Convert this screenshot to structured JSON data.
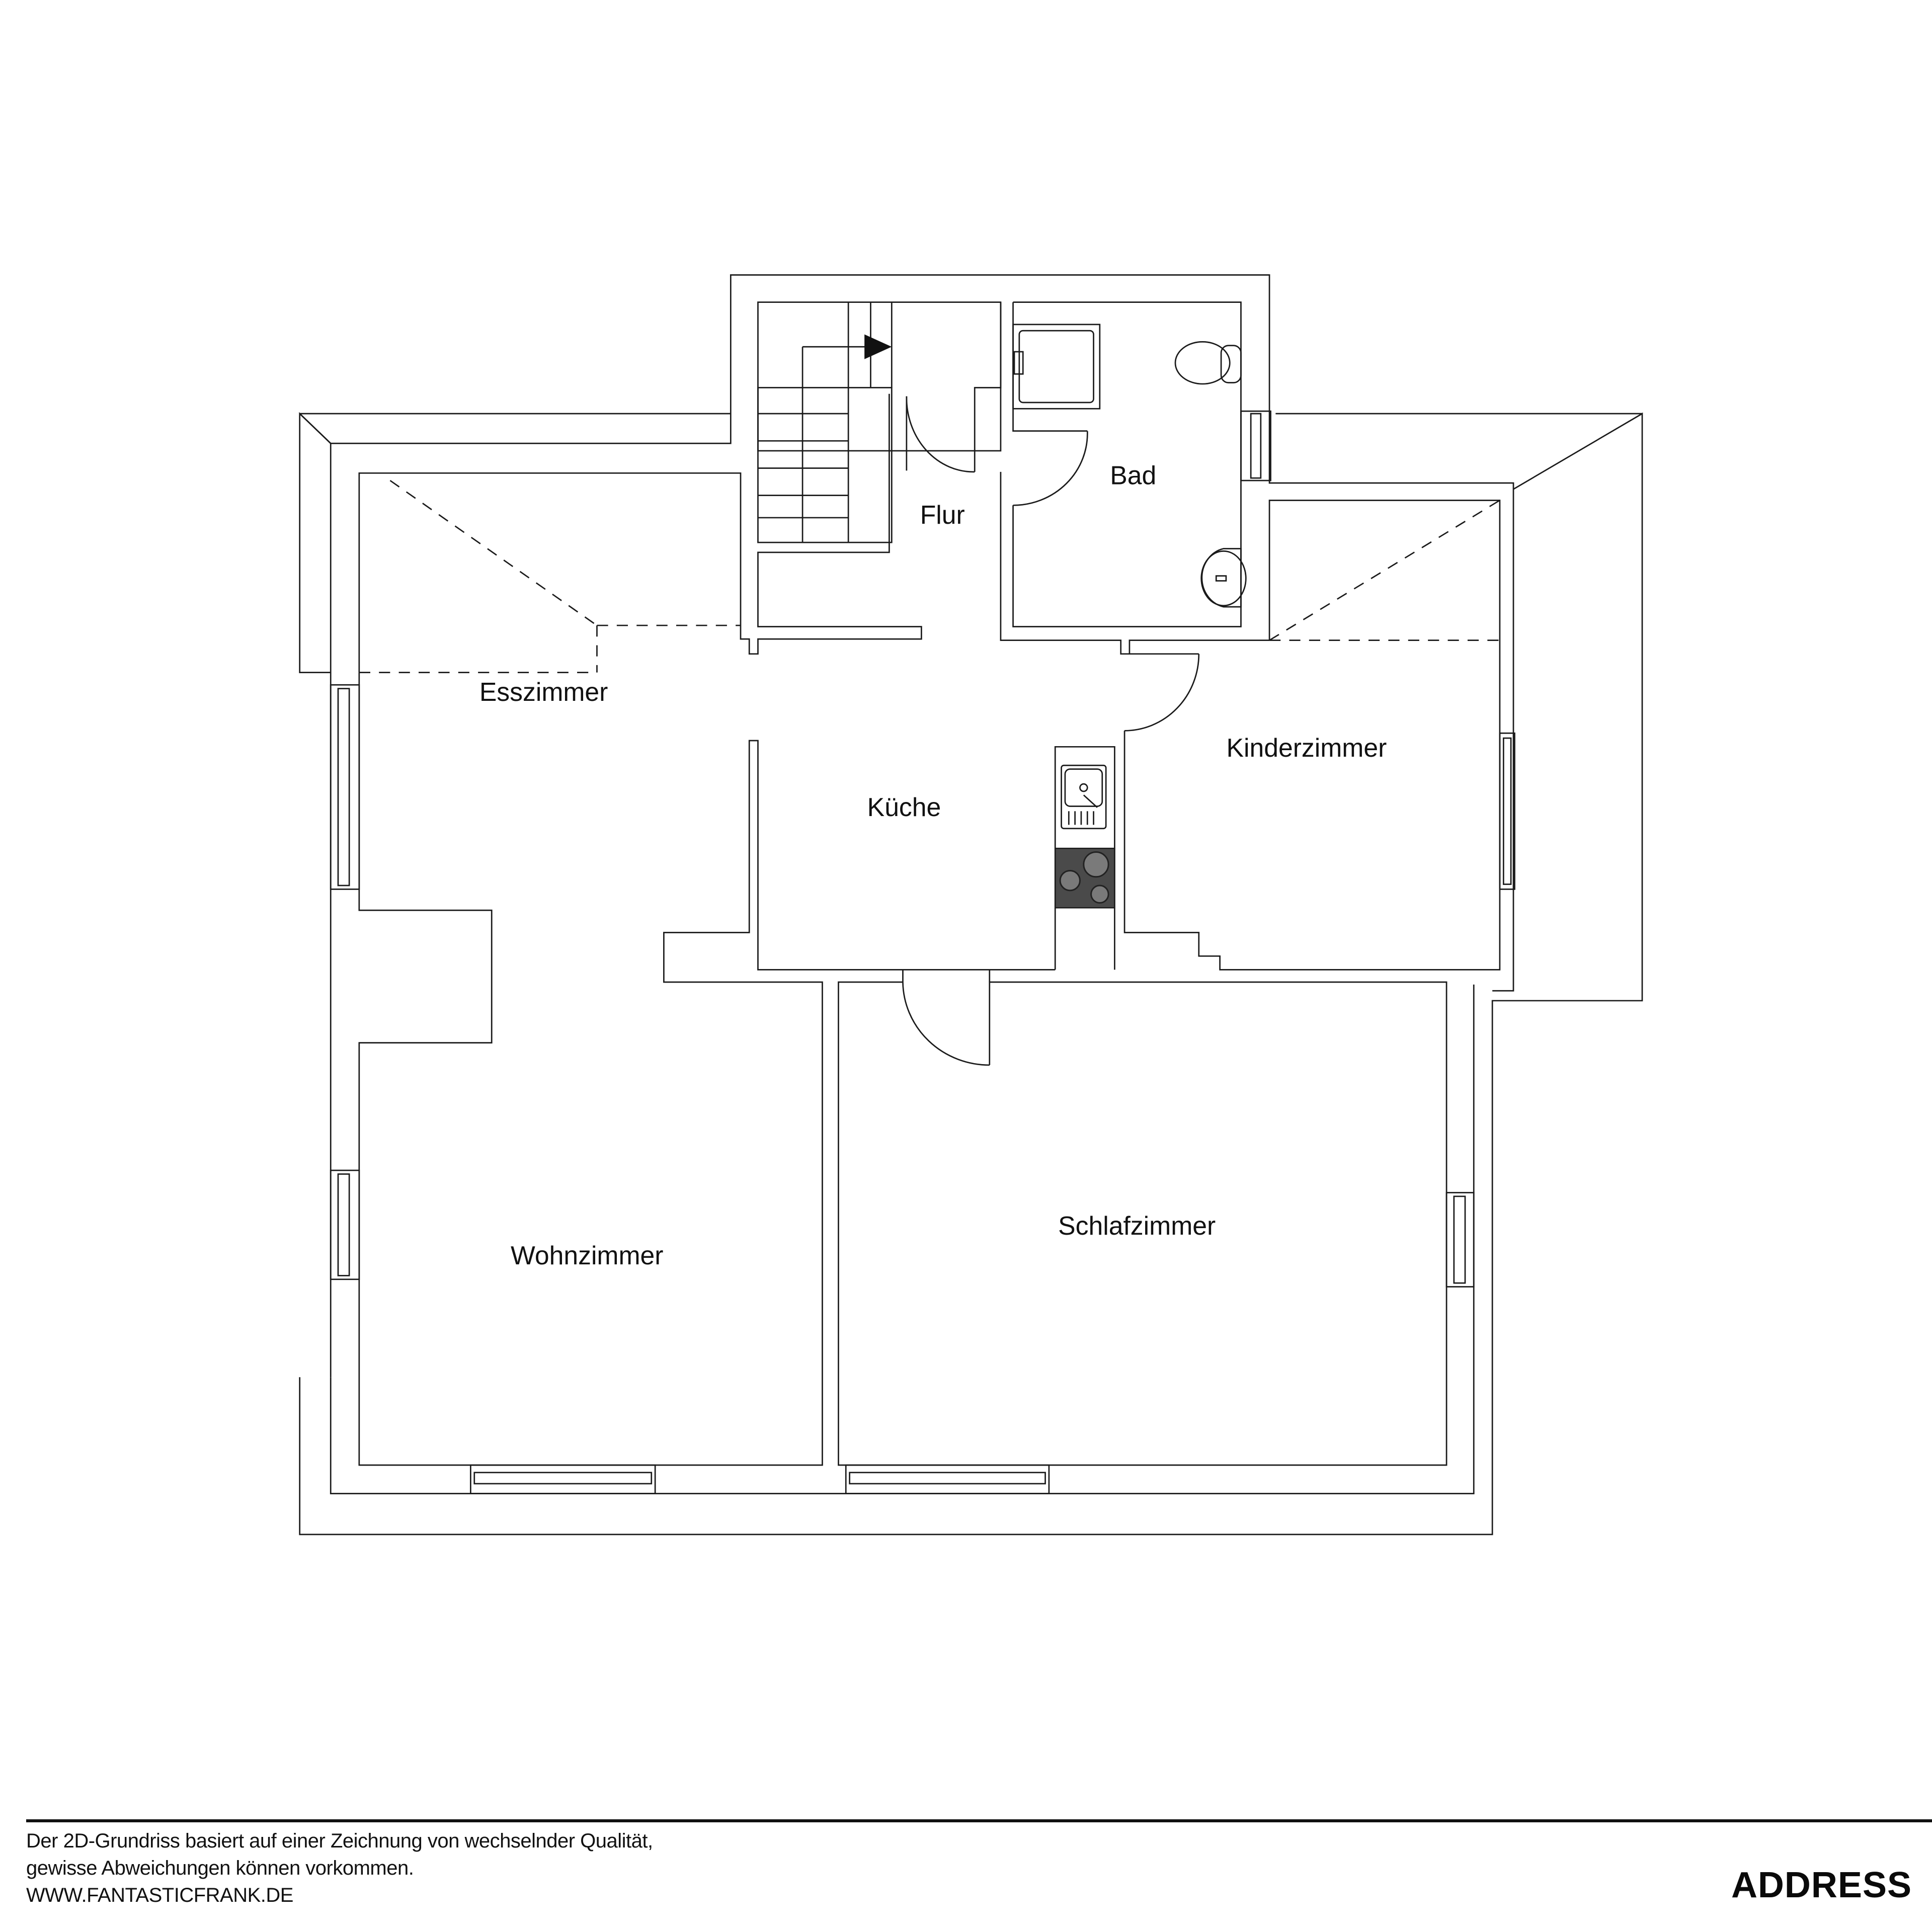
{
  "floorplan": {
    "rooms": [
      {
        "id": "flur",
        "label": "Flur"
      },
      {
        "id": "bad",
        "label": "Bad"
      },
      {
        "id": "esszimmer",
        "label": "Esszimmer"
      },
      {
        "id": "kueche",
        "label": "Küche"
      },
      {
        "id": "kinderzimmer",
        "label": "Kinderzimmer"
      },
      {
        "id": "wohnzimmer",
        "label": "Wohnzimmer"
      },
      {
        "id": "schlafzimmer",
        "label": "Schlafzimmer"
      }
    ],
    "fixtures": [
      "staircase-with-arrow",
      "shower",
      "toilet",
      "washbasin",
      "kitchen-sink",
      "cooktop",
      "doors",
      "windows",
      "sloped-ceiling-dashed-lines"
    ],
    "colors": {
      "line": "#1a1a1a",
      "background": "#ffffff",
      "cooktop": "#4a4a4a",
      "burner": "#7a7a7a"
    }
  },
  "footer": {
    "disclaimer_lines": [
      "Der 2D-Grundriss basiert auf einer Zeichnung von wechselnder Qualität,",
      "gewisse Abweichungen können vorkommen.",
      "WWW.FANTASTICFRANK.DE"
    ],
    "address_label": "ADDRESS"
  }
}
